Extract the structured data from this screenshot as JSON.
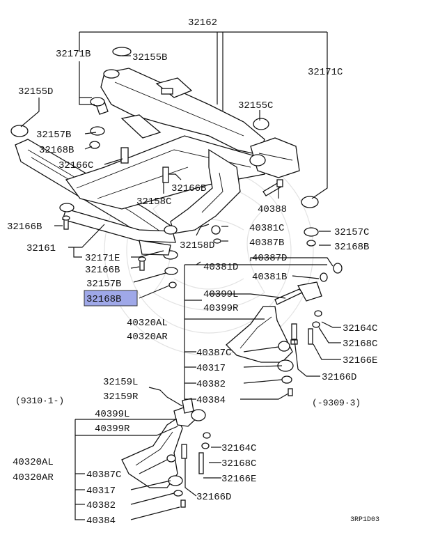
{
  "diagram_code": "3RP1D03",
  "highlight_color": "#9fa8e8",
  "notes": {
    "left_date": "(9310·1-)",
    "right_date": "(-9309·3)"
  },
  "labels": {
    "p32162": "32162",
    "p32171B": "32171B",
    "p32155B": "32155B",
    "p32171C": "32171C",
    "p32155D": "32155D",
    "p32155C": "32155C",
    "p32157B_top": "32157B",
    "p32168B_top": "32168B",
    "p32166C": "32166C",
    "p32166B_top": "32166B",
    "p32158C": "32158C",
    "p40388": "40388",
    "p32166B_left": "32166B",
    "p40381C": "40381C",
    "p32157C": "32157C",
    "p32161": "32161",
    "p32158D": "32158D",
    "p40387B": "40387B",
    "p32168B_right": "32168B",
    "p32171E": "32171E",
    "p40387D": "40387D",
    "p32166B_mid": "32166B",
    "p40381D": "40381D",
    "p40381B": "40381B",
    "p32157B_mid": "32157B",
    "p32168B_sel": "32168B",
    "p40399L": "40399L",
    "p40399R": "40399R",
    "p40320AL": "40320AL",
    "p40320AR": "40320AR",
    "p32164C": "32164C",
    "p32168C": "32168C",
    "p40387C": "40387C",
    "p32166E": "32166E",
    "p40317": "40317",
    "p32166D": "32166D",
    "p40382": "40382",
    "p32159L": "32159L",
    "p32159R": "32159R",
    "p40384": "40384",
    "b40399L": "40399L",
    "b40399R": "40399R",
    "b32164C": "32164C",
    "b40320AL": "40320AL",
    "b40320AR": "40320AR",
    "b32168C": "32168C",
    "b40387C": "40387C",
    "b32166E": "32166E",
    "b40317": "40317",
    "b40382": "40382",
    "b32166D": "32166D",
    "b40384": "40384"
  }
}
